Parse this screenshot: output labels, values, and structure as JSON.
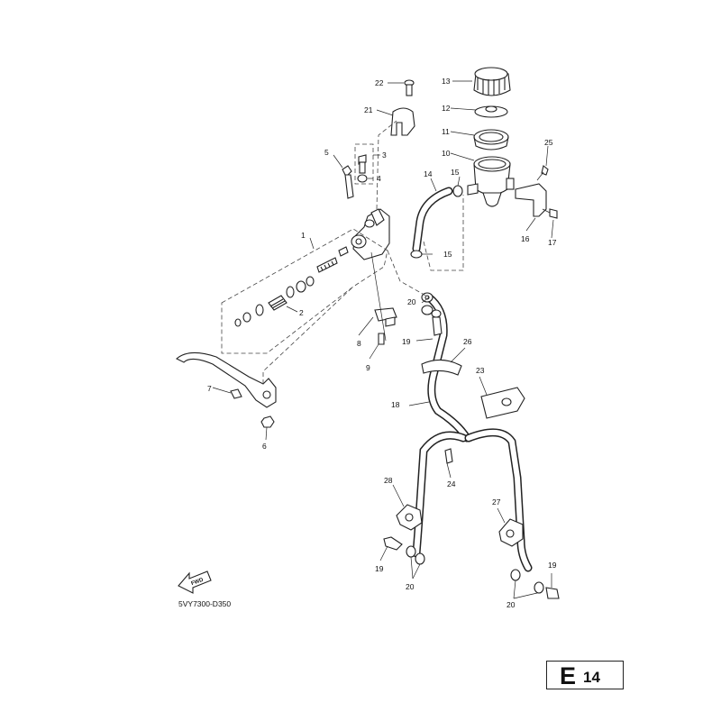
{
  "diagram": {
    "part_code": "5VY7300-D350",
    "fwd_label": "FWD",
    "page_ref_letter": "E",
    "page_ref_number": "14",
    "callouts": [
      {
        "id": "c1",
        "text": "1"
      },
      {
        "id": "c2",
        "text": "2"
      },
      {
        "id": "c3",
        "text": "3"
      },
      {
        "id": "c4",
        "text": "4"
      },
      {
        "id": "c5",
        "text": "5"
      },
      {
        "id": "c6",
        "text": "6"
      },
      {
        "id": "c7",
        "text": "7"
      },
      {
        "id": "c8",
        "text": "8"
      },
      {
        "id": "c9",
        "text": "9"
      },
      {
        "id": "c10",
        "text": "10"
      },
      {
        "id": "c11",
        "text": "11"
      },
      {
        "id": "c12",
        "text": "12"
      },
      {
        "id": "c13",
        "text": "13"
      },
      {
        "id": "c14",
        "text": "14"
      },
      {
        "id": "c15a",
        "text": "15"
      },
      {
        "id": "c15b",
        "text": "15"
      },
      {
        "id": "c16",
        "text": "16"
      },
      {
        "id": "c17",
        "text": "17"
      },
      {
        "id": "c18",
        "text": "18"
      },
      {
        "id": "c19a",
        "text": "19"
      },
      {
        "id": "c19b",
        "text": "19"
      },
      {
        "id": "c19c",
        "text": "19"
      },
      {
        "id": "c20a",
        "text": "20"
      },
      {
        "id": "c20b",
        "text": "20"
      },
      {
        "id": "c20c",
        "text": "20"
      },
      {
        "id": "c21",
        "text": "21"
      },
      {
        "id": "c22",
        "text": "22"
      },
      {
        "id": "c23",
        "text": "23"
      },
      {
        "id": "c24",
        "text": "24"
      },
      {
        "id": "c25",
        "text": "25"
      },
      {
        "id": "c26",
        "text": "26"
      },
      {
        "id": "c27",
        "text": "27"
      },
      {
        "id": "c28",
        "text": "28"
      }
    ]
  }
}
